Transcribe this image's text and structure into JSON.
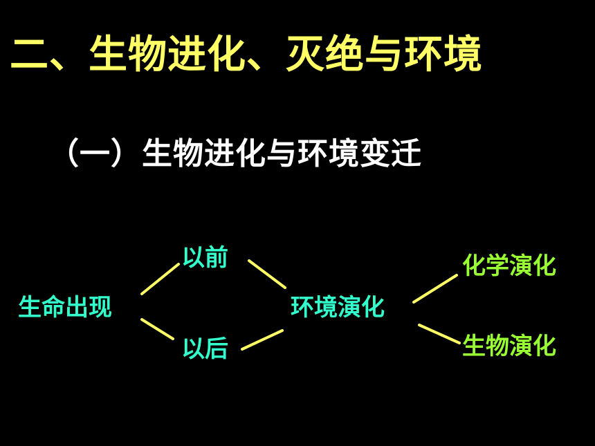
{
  "slide": {
    "title": "二、生物进化、灭绝与环境",
    "subtitle": "（一）生物进化与环境变迁"
  },
  "diagram": {
    "nodes": {
      "life_emergence": "生命出现",
      "before": "以前",
      "after": "以后",
      "env_evolution": "环境演化",
      "chem_evolution": "化学演化",
      "bio_evolution": "生物演化"
    }
  },
  "colors": {
    "background": "#000000",
    "title": "#ffff66",
    "subtitle": "#ffffff",
    "node_cyan": "#33ffcc",
    "node_green": "#99ff33",
    "connector": "#ffff66"
  }
}
